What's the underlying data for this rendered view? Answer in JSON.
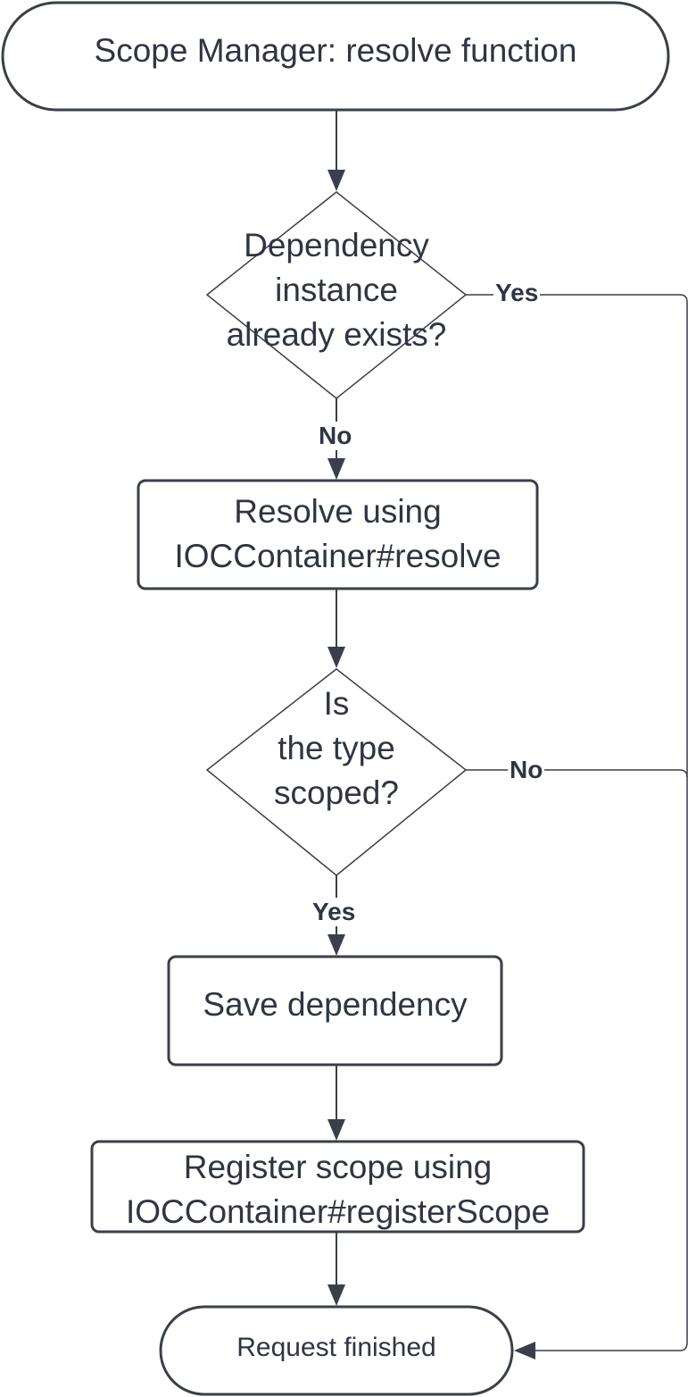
{
  "nodes": {
    "start": "Scope Manager: resolve function",
    "decision_exists": "Dependency\ninstance\nalready exists?",
    "resolve_step": "Resolve using\nIOCContainer#resolve",
    "decision_scoped": "Is\nthe type\nscoped?",
    "save_step": "Save dependency",
    "register_step": "Register scope using\nIOCContainer#registerScope",
    "end": "Request finished"
  },
  "edges": {
    "exists_yes": "Yes",
    "exists_no": "No",
    "scoped_no": "No",
    "scoped_yes": "Yes"
  },
  "colors": {
    "stroke": "#3a3f4a",
    "text": "#2f3542",
    "background": "#ffffff"
  }
}
